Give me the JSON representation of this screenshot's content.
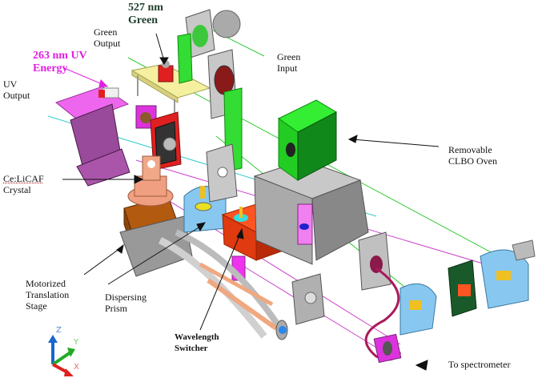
{
  "diagram": {
    "title": "Ce:LiCAF UV laser optical layout",
    "labels": {
      "green_527": "527 nm\nGreen",
      "green_output": "Green\nOutput",
      "green_input": "Green\nInput",
      "uv_263": "263 nm UV\nEnergy",
      "uv_output": "UV\nOutput",
      "crystal_name": "Ce:LiCAF",
      "crystal_word": "Crystal",
      "clbo_oven": "Removable\nCLBO Oven",
      "translation_stage": "Motorized\nTranslation\nStage",
      "dispersing_prism": "Dispersing\nPrism",
      "wavelength_switcher": "Wavelength\nSwitcher",
      "to_spectrometer": "To spectrometer"
    },
    "axes": {
      "z": "Z",
      "y": "Y",
      "x": "X"
    },
    "colors": {
      "green_beam": "#33cc33",
      "uv_beam": "#cc44cc",
      "cyan_beam": "#33cccc",
      "label_green": "#1d3d2a",
      "label_uv": "#e020e0",
      "axis_z": "#1a66cc",
      "axis_y": "#22aa22",
      "axis_x": "#dd2222"
    }
  }
}
